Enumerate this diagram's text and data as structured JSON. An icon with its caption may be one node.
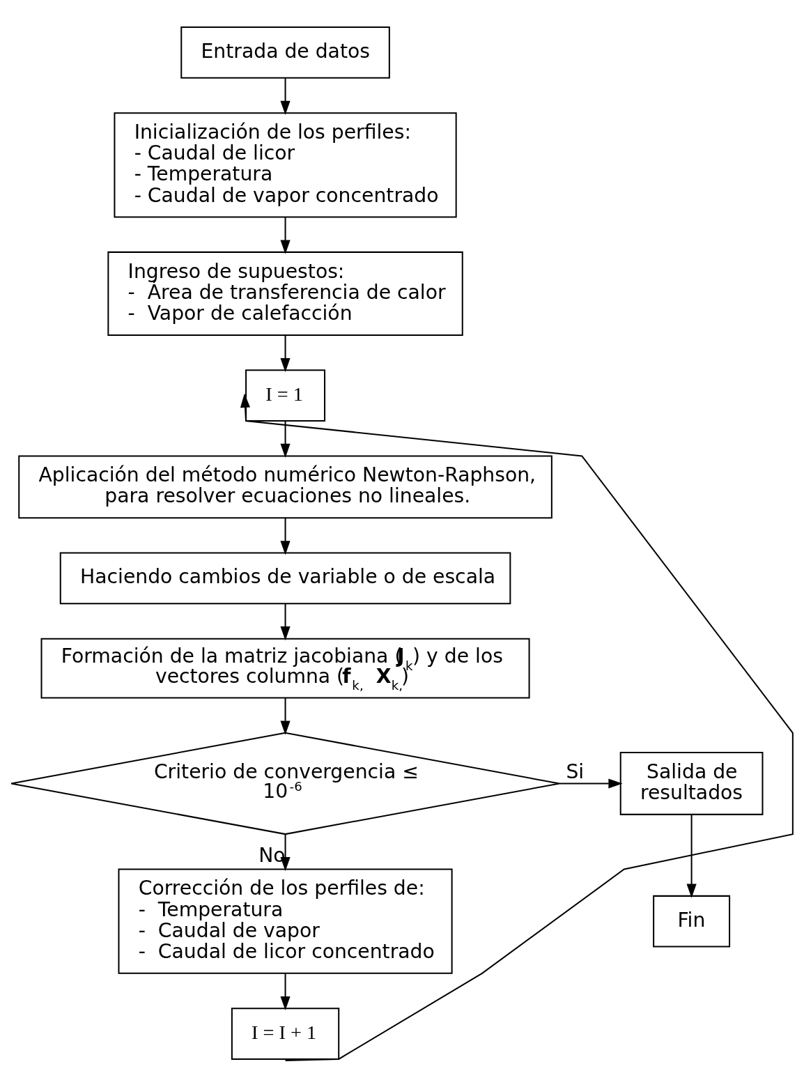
{
  "diagram": {
    "nodes": [
      {
        "text": [
          "Entrada de datos"
        ]
      },
      {
        "text": [
          "Inicialización de los perfiles:",
          "- Caudal de licor",
          "- Temperatura",
          "- Caudal de vapor concentrado"
        ]
      },
      {
        "text": [
          "Ingreso de supuestos:",
          "-  Área de transferencia de calor",
          "-  Vapor de calefacción"
        ]
      },
      {
        "text": [
          "I = 1"
        ]
      },
      {
        "text": [
          "Aplicación del método numérico Newton-Raphson, para resolver ecuaciones no lineales."
        ]
      },
      {
        "text": [
          "Haciendo cambios de variable o de escala"
        ]
      },
      {
        "text": [
          "Formación de la matriz jacobiana (**J**$_{k}$) y de los vectores columna (**f**$_{k,}$ **X**$_{k,}$)"
        ]
      },
      {
        "text": [
          "Criterio de convergencia ≤ 10$^{-6}$"
        ]
      },
      {
        "text": [
          "Salida de resultados"
        ]
      },
      {
        "text": [
          "Fin"
        ]
      },
      {
        "text": [
          "Corrección de los perfiles de:",
          "-  Temperatura",
          "-  Caudal de vapor",
          "-  Caudal de licor concentrado"
        ]
      },
      {
        "text": [
          "I = I + 1"
        ]
      }
    ],
    "edges": [
      {
        "from": 0,
        "to": 1,
        "arrow": "to"
      },
      {
        "from": 1,
        "to": 2,
        "arrow": "to"
      },
      {
        "from": 2,
        "to": 3,
        "arrow": "to"
      },
      {
        "from": 3,
        "to": 4,
        "arrow": "to"
      },
      {
        "from": 4,
        "to": 5,
        "arrow": "to"
      },
      {
        "from": 5,
        "to": 6,
        "arrow": "to"
      },
      {
        "from": 6,
        "to": 7,
        "arrow": "to"
      },
      {
        "from": 7,
        "to": 8,
        "arrow": "to",
        "label": "Si"
      },
      {
        "from": 8,
        "to": 9,
        "arrow": "to"
      },
      {
        "from": 7,
        "to": 10,
        "arrow": "to",
        "label": "No"
      },
      {
        "from": 10,
        "to": 11,
        "arrow": "to"
      },
      {
        "from": 11,
        "to": 3,
        "arrow": "to"
      }
    ]
  }
}
